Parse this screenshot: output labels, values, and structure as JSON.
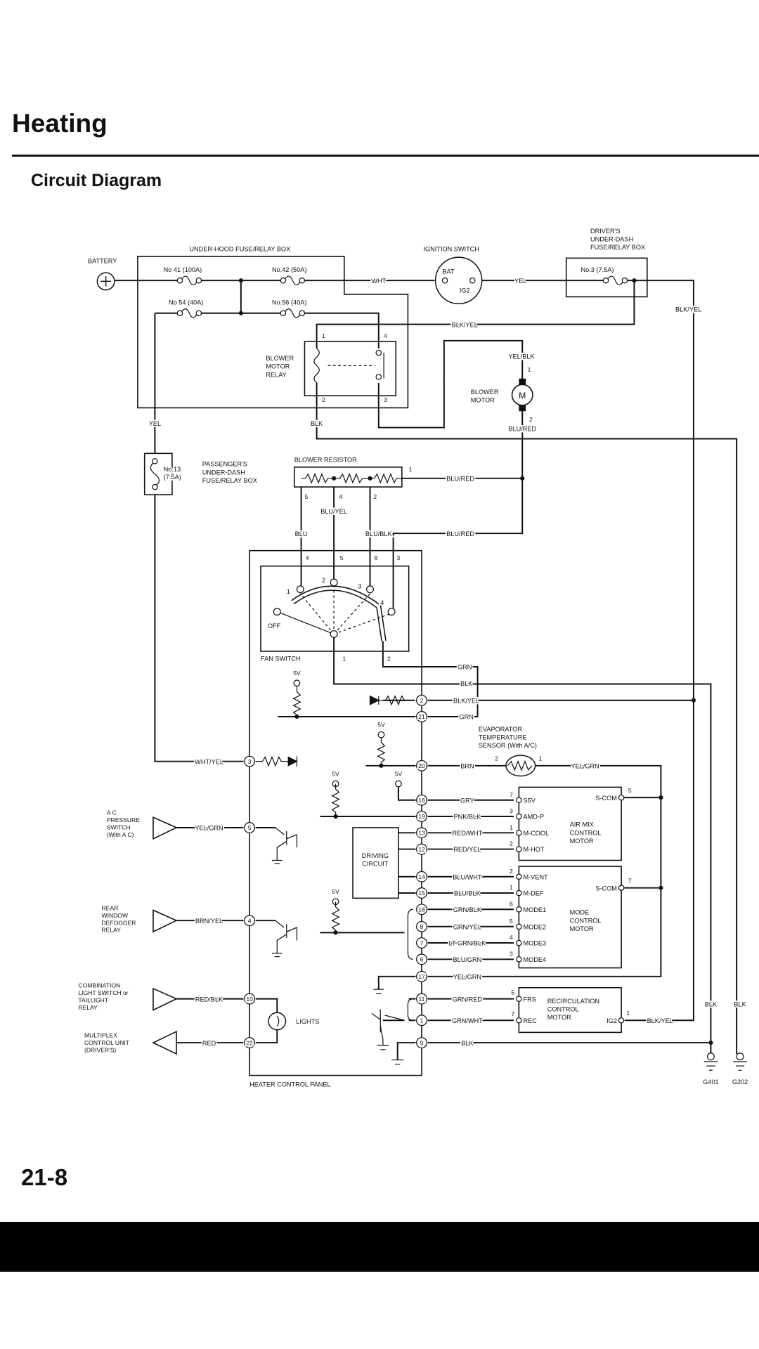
{
  "header": {
    "title": "Heating",
    "subtitle": "Circuit Diagram"
  },
  "footer": {
    "page": "21-8"
  },
  "components": {
    "battery": "BATTERY",
    "underhood_box": "UNDER-HOOD FUSE/RELAY BOX",
    "fuse41": "No 41 (100A)",
    "fuse42": "No.42 (50A)",
    "fuse54": "No 54 (40A)",
    "fuse56": "No.56 (40A)",
    "ignition": "IGNITION SWITCH",
    "ign_bat": "BAT",
    "ign_ig2": "IG2",
    "driver_box": [
      "DRIVER'S",
      "UNDER-DASH",
      "FUSE/RELAY BOX"
    ],
    "fuse3": "No.3 (7.5A)",
    "relay": [
      "BLOWER",
      "MOTOR",
      "RELAY"
    ],
    "relay_pins": [
      "1",
      "4",
      "2",
      "3"
    ],
    "motor": [
      "BLOWER",
      "MOTOR"
    ],
    "motor_symbol": "M",
    "motor_pins": [
      "1",
      "2"
    ],
    "passenger_box": [
      "PASSENGER'S",
      "UNDER-DASH",
      "FUSE/RELAY BOX"
    ],
    "fuse13": [
      "No.13",
      "(7.5A)"
    ],
    "resistor": "BLOWER RESISTOR",
    "resistor_pins": [
      "1",
      "5",
      "4",
      "2"
    ],
    "fan_switch": "FAN SWITCH",
    "fan_off": "OFF",
    "fan_positions": [
      "1",
      "2",
      "3",
      "4"
    ],
    "fan_top_pins": [
      "4",
      "5",
      "6",
      "3"
    ],
    "fan_bottom_pins": [
      "1",
      "2"
    ],
    "evap": [
      "EVAPORATOR",
      "TEMPERATURE",
      "SENSOR (With A/C)"
    ],
    "evap_pins": [
      "2",
      "1"
    ],
    "airmix": [
      "AIR MIX",
      "CONTROL",
      "MOTOR"
    ],
    "mode": [
      "MODE",
      "CONTROL",
      "MOTOR"
    ],
    "recirc": [
      "RECIRCULATION",
      "CONTROL",
      "MOTOR"
    ],
    "driving": [
      "DRIVING",
      "CIRCUIT"
    ],
    "heater_panel": "HEATER CONTROL PANEL",
    "lights": "LIGHTS",
    "five_v": "5V",
    "ac_switch": [
      "A C",
      "PRESSURE",
      "SWITCH",
      "(With A C)"
    ],
    "defogger": [
      "REAR",
      "WINDOW",
      "DEFOGGER",
      "RELAY"
    ],
    "combination": [
      "COMBINATION",
      "LIGHT SWITCH or",
      "TAILLIGHT",
      "RELAY"
    ],
    "multiplex": [
      "MULTIPLEX",
      "CONTROL UNIT",
      "(DRIVER'S)"
    ],
    "grounds": [
      "G401",
      "G202"
    ]
  },
  "wires": [
    "WHT",
    "YEL",
    "BLK/YEL",
    "BLK/YEL",
    "YEL",
    "BLK",
    "YEL/BLK",
    "BLU/RED",
    "BLU/RED",
    "BLU/YEL",
    "BLU",
    "BLU/BLK",
    "BLU/RED",
    "GRN",
    "BLK",
    "BLK/YEL",
    "GRN",
    "WHT/YEL",
    "BRN",
    "YEL/GRN",
    "GRY",
    "PNK/BLK",
    "RED/WHT",
    "RED/YEL",
    "BLU/WHT",
    "BLU/BLK",
    "GRN/BLK",
    "GRN/YEL",
    "LT GRN/BLK",
    "BLU/GRN",
    "YEL/GRN",
    "GRN/RED",
    "GRN/WHT",
    "BLK",
    "YEL/GRN",
    "BRN/YEL",
    "RED/BLK",
    "RED",
    "BLK/YEL",
    "BLK",
    "BLK"
  ],
  "panel_pins": [
    "2",
    "21",
    "20",
    "16",
    "19",
    "13",
    "12",
    "14",
    "15",
    "18",
    "8",
    "7",
    "6",
    "17",
    "11",
    "1",
    "9",
    "3",
    "5",
    "4",
    "10",
    "22"
  ],
  "terminals": {
    "airmix": [
      {
        "name": "S5V",
        "pin": "7"
      },
      {
        "name": "AMD-P",
        "pin": "3"
      },
      {
        "name": "M-COOL",
        "pin": "1"
      },
      {
        "name": "M-HOT",
        "pin": "2"
      },
      {
        "name": "S-COM",
        "pin": "5"
      }
    ],
    "mode": [
      {
        "name": "M-VENT",
        "pin": "2"
      },
      {
        "name": "M-DEF",
        "pin": "1"
      },
      {
        "name": "MODE1",
        "pin": "6"
      },
      {
        "name": "MODE2",
        "pin": "5"
      },
      {
        "name": "MODE3",
        "pin": "4"
      },
      {
        "name": "MODE4",
        "pin": "3"
      },
      {
        "name": "S-COM",
        "pin": "7"
      }
    ],
    "recirc": [
      {
        "name": "FRS",
        "pin": "5"
      },
      {
        "name": "REC",
        "pin": "7"
      },
      {
        "name": "IG2",
        "pin": "1"
      }
    ]
  }
}
